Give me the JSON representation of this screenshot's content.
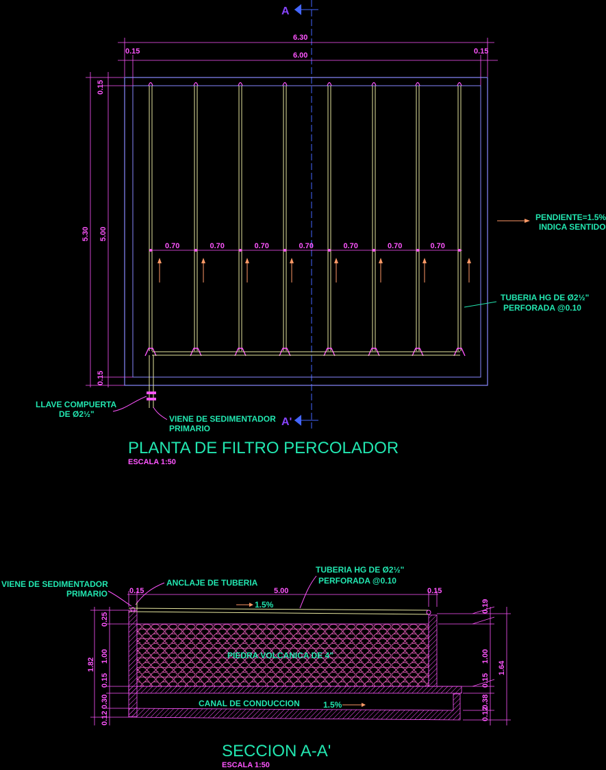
{
  "section_marks": {
    "top": "A",
    "bottom": "A'"
  },
  "plan": {
    "dims": {
      "total_width": "6.30",
      "inner_width": "6.00",
      "wall_left": "0.15",
      "wall_right": "0.15",
      "total_height": "5.30",
      "inner_height": "5.00",
      "wall_top": "0.15",
      "wall_bottom": "0.15",
      "spacing": [
        "0.70",
        "0.70",
        "0.70",
        "0.70",
        "0.70",
        "0.70",
        "0.70"
      ]
    },
    "slope_note": {
      "line1": "PENDIENTE=1.5%",
      "line2": "INDICA SENTIDO"
    },
    "pipe_note": {
      "line1": "TUBERIA HG DE Ø2½\"",
      "line2": "PERFORADA @0.10"
    },
    "valve_note": {
      "line1": "LLAVE COMPUERTA",
      "line2": "DE Ø2½\""
    },
    "inlet_note": {
      "line1": "VIENE DE SEDIMENTADOR",
      "line2": "PRIMARIO"
    },
    "title": "PLANTA DE FILTRO PERCOLADOR",
    "scale": "ESCALA 1:50"
  },
  "section": {
    "inlet_note": {
      "line1": "VIENE DE SEDIMENTADOR",
      "line2": "PRIMARIO"
    },
    "anchor_note": "ANCLAJE DE TUBERIA",
    "pipe_note": {
      "line1": "TUBERIA HG DE Ø2½\"",
      "line2": "PERFORADA @0.10"
    },
    "dims_top": {
      "left": "0.15",
      "mid": "5.00",
      "right": "0.15"
    },
    "slope_top": "1.5%",
    "slope_bottom": "1.5%",
    "media_label": "PIEDRA VOLCANICA DE 4\"",
    "channel_label": "CANAL DE CONDUCCION",
    "dims_left": {
      "total": "1.82",
      "d1": "0.25",
      "d2": "1.00",
      "d3": "0.15",
      "d4": "0.30",
      "d5": "0.12"
    },
    "dims_right": {
      "total": "1.64",
      "d1": "0.19",
      "d2": "1.00",
      "d3": "0.15",
      "d4": "0.38",
      "d5": "0.12"
    },
    "title": "SECCION A-A'",
    "scale": "ESCALA 1:50"
  },
  "colors": {
    "wall": "#8888ff",
    "dimension": "#ff55ff",
    "pipe": "#e8e8a0",
    "note": "#22e6b0",
    "axis": "#4466ff",
    "arrow": "#ff9966"
  }
}
